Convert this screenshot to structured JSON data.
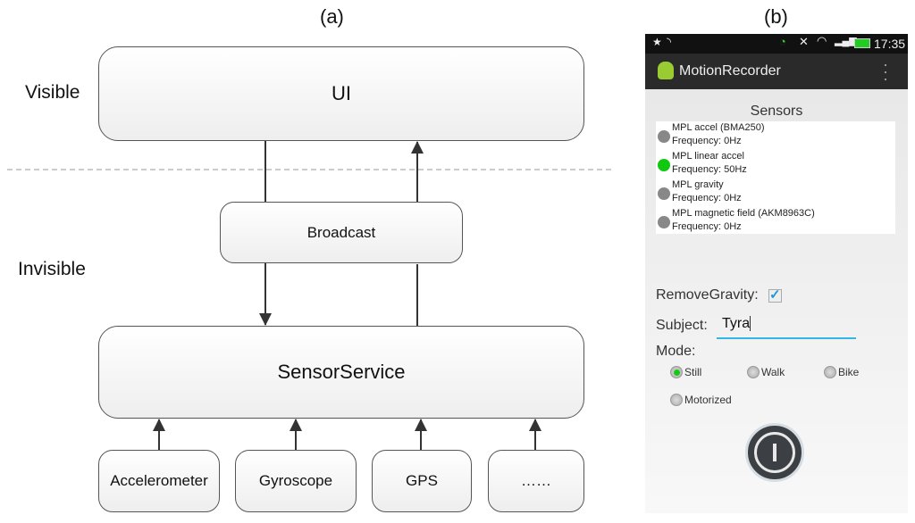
{
  "panel_a": {
    "label": "(a)",
    "layers": {
      "visible": "Visible",
      "invisible": "Invisible"
    },
    "nodes": {
      "ui": "UI",
      "broadcast": "Broadcast",
      "sensor_service": "SensorService"
    },
    "sensors": [
      "Accelerometer",
      "Gyroscope",
      "GPS",
      "……"
    ]
  },
  "panel_b": {
    "label": "(b)",
    "status_bar": {
      "time": "17:35"
    },
    "app_title": "MotionRecorder",
    "sensors_heading": "Sensors",
    "sensors": [
      {
        "name": "MPL accel (BMA250)",
        "frequency": "Frequency: 0Hz",
        "active": false
      },
      {
        "name": "MPL linear accel",
        "frequency": "Frequency: 50Hz",
        "active": true
      },
      {
        "name": "MPL gravity",
        "frequency": "Frequency: 0Hz",
        "active": false
      },
      {
        "name": "MPL magnetic field (AKM8963C)",
        "frequency": "Frequency: 0Hz",
        "active": false
      }
    ],
    "remove_gravity_label": "RemoveGravity:",
    "remove_gravity_checked": true,
    "subject_label": "Subject:",
    "subject_value": "Tyra",
    "mode_label": "Mode:",
    "modes": [
      {
        "label": "Still",
        "selected": true
      },
      {
        "label": "Walk",
        "selected": false
      },
      {
        "label": "Bike",
        "selected": false
      },
      {
        "label": "Motorized",
        "selected": false
      }
    ],
    "colors": {
      "active": "#11c811",
      "inactive": "#888888",
      "accent": "#33b5e5"
    }
  }
}
